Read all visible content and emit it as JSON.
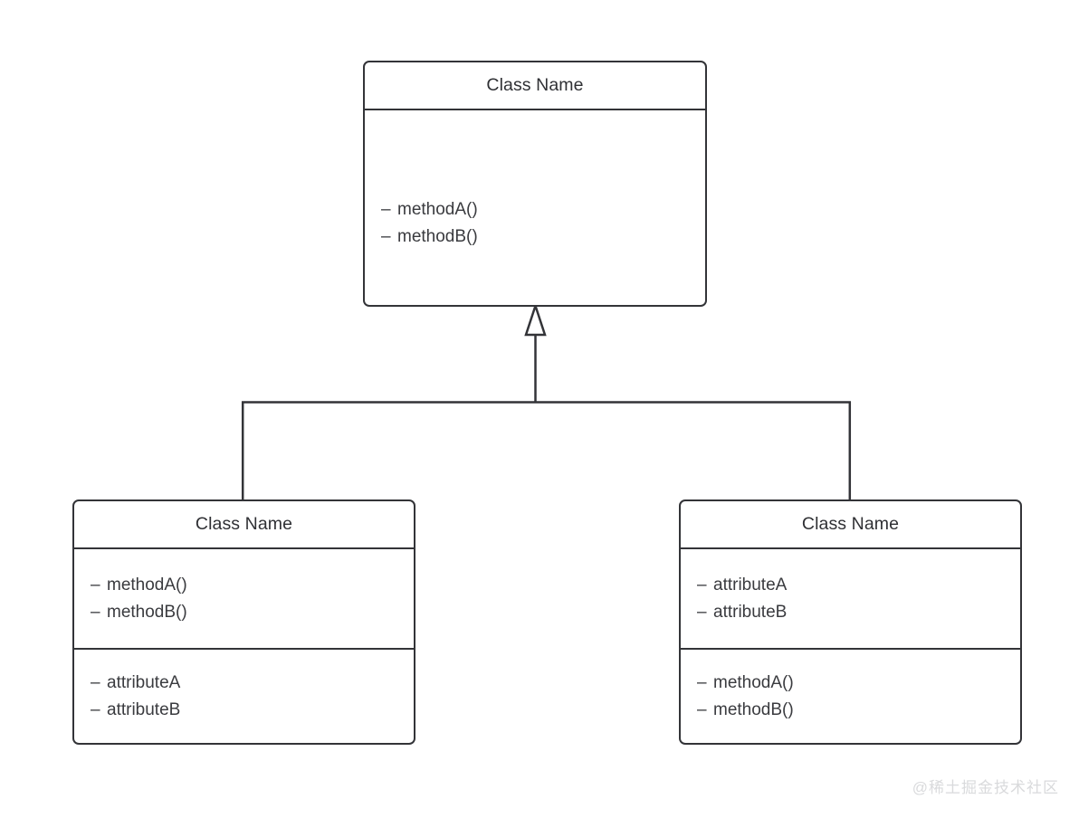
{
  "diagram": {
    "type": "uml-class-diagram",
    "relationship": "generalization",
    "colors": {
      "stroke": "#333438",
      "title_text": "#2f3034",
      "member_text": "#3a3b3f",
      "background": "#ffffff",
      "watermark": "#d9dadc"
    },
    "classes": {
      "parent": {
        "name": "Class Name",
        "members": [
          {
            "visibility": "–",
            "label": "methodA()"
          },
          {
            "visibility": "–",
            "label": "methodB()"
          }
        ]
      },
      "child_left": {
        "name": "Class Name",
        "methods": [
          {
            "visibility": "–",
            "label": "methodA()"
          },
          {
            "visibility": "–",
            "label": "methodB()"
          }
        ],
        "attributes": [
          {
            "visibility": "–",
            "label": "attributeA"
          },
          {
            "visibility": "–",
            "label": "attributeB"
          }
        ]
      },
      "child_right": {
        "name": "Class Name",
        "attributes": [
          {
            "visibility": "–",
            "label": "attributeA"
          },
          {
            "visibility": "–",
            "label": "attributeB"
          }
        ],
        "methods": [
          {
            "visibility": "–",
            "label": "methodA()"
          },
          {
            "visibility": "–",
            "label": "methodB()"
          }
        ]
      }
    }
  },
  "watermark": {
    "text": "@稀土掘金技术社区"
  }
}
